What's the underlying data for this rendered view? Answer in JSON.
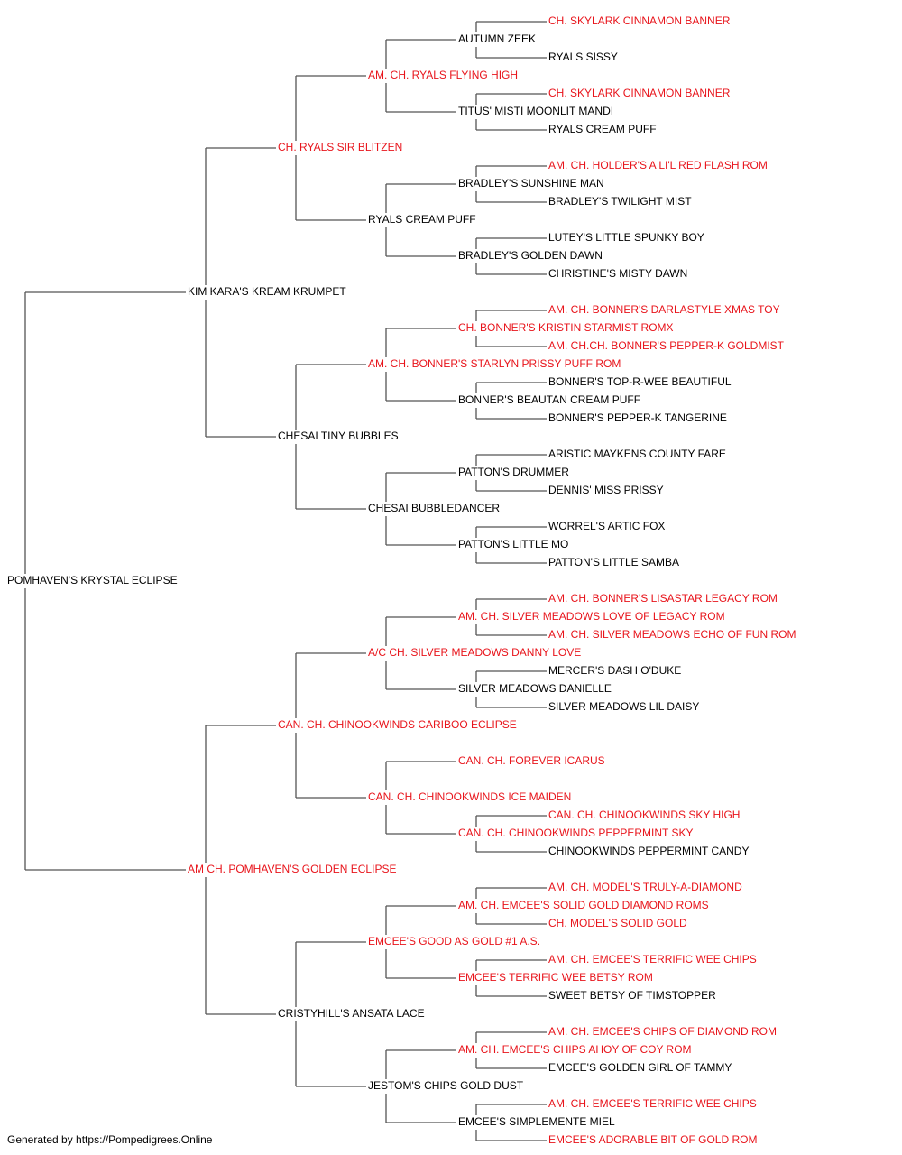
{
  "colors": {
    "champion": "#e8141b",
    "regular": "#000000",
    "line": "#555555"
  },
  "footer": "Generated by https://Pompedigrees.Online",
  "pedigree": {
    "name": "POMHAVEN'S KRYSTAL ECLIPSE",
    "ch": false,
    "sire": {
      "name": "KIM KARA'S KREAM KRUMPET",
      "ch": false,
      "sire": {
        "name": "CH. RYALS SIR BLITZEN",
        "ch": true,
        "sire": {
          "name": "AM. CH. RYALS FLYING HIGH",
          "ch": true,
          "sire": {
            "name": "AUTUMN ZEEK",
            "ch": false,
            "sire": {
              "name": "CH. SKYLARK CINNAMON BANNER",
              "ch": true
            },
            "dam": {
              "name": "RYALS SISSY",
              "ch": false
            }
          },
          "dam": {
            "name": "TITUS' MISTI MOONLIT MANDI",
            "ch": false,
            "sire": {
              "name": "CH. SKYLARK CINNAMON BANNER",
              "ch": true
            },
            "dam": {
              "name": "RYALS CREAM PUFF",
              "ch": false
            }
          }
        },
        "dam": {
          "name": "RYALS CREAM PUFF",
          "ch": false,
          "sire": {
            "name": "BRADLEY'S SUNSHINE MAN",
            "ch": false,
            "sire": {
              "name": "AM. CH. HOLDER'S A LI'L RED FLASH ROM",
              "ch": true
            },
            "dam": {
              "name": "BRADLEY'S TWILIGHT MIST",
              "ch": false
            }
          },
          "dam": {
            "name": "BRADLEY'S GOLDEN DAWN",
            "ch": false,
            "sire": {
              "name": "LUTEY'S LITTLE SPUNKY BOY",
              "ch": false
            },
            "dam": {
              "name": "CHRISTINE'S MISTY DAWN",
              "ch": false
            }
          }
        }
      },
      "dam": {
        "name": "CHESAI TINY BUBBLES",
        "ch": false,
        "sire": {
          "name": "AM. CH. BONNER'S STARLYN PRISSY PUFF ROM",
          "ch": true,
          "sire": {
            "name": "CH. BONNER'S KRISTIN STARMIST ROMX",
            "ch": true,
            "sire": {
              "name": "AM. CH. BONNER'S DARLASTYLE XMAS TOY",
              "ch": true
            },
            "dam": {
              "name": "AM. CH.CH. BONNER'S PEPPER-K GOLDMIST",
              "ch": true
            }
          },
          "dam": {
            "name": "BONNER'S BEAUTAN CREAM PUFF",
            "ch": false,
            "sire": {
              "name": "BONNER'S TOP-R-WEE BEAUTIFUL",
              "ch": false
            },
            "dam": {
              "name": "BONNER'S PEPPER-K TANGERINE",
              "ch": false
            }
          }
        },
        "dam": {
          "name": "CHESAI BUBBLEDANCER",
          "ch": false,
          "sire": {
            "name": "PATTON'S DRUMMER",
            "ch": false,
            "sire": {
              "name": "ARISTIC MAYKENS COUNTY FARE",
              "ch": false
            },
            "dam": {
              "name": "DENNIS' MISS PRISSY",
              "ch": false
            }
          },
          "dam": {
            "name": "PATTON'S LITTLE MO",
            "ch": false,
            "sire": {
              "name": "WORREL'S ARTIC FOX",
              "ch": false
            },
            "dam": {
              "name": "PATTON'S LITTLE SAMBA",
              "ch": false
            }
          }
        }
      }
    },
    "dam": {
      "name": "AM CH. POMHAVEN'S GOLDEN ECLIPSE",
      "ch": true,
      "sire": {
        "name": "CAN. CH. CHINOOKWINDS CARIBOO ECLIPSE",
        "ch": true,
        "sire": {
          "name": "A/C CH. SILVER MEADOWS DANNY LOVE",
          "ch": true,
          "sire": {
            "name": "AM. CH. SILVER MEADOWS LOVE OF LEGACY ROM",
            "ch": true,
            "sire": {
              "name": "AM. CH. BONNER'S LISASTAR LEGACY ROM",
              "ch": true
            },
            "dam": {
              "name": "AM. CH. SILVER MEADOWS ECHO OF FUN ROM",
              "ch": true
            }
          },
          "dam": {
            "name": "SILVER MEADOWS DANIELLE",
            "ch": false,
            "sire": {
              "name": "MERCER'S DASH O'DUKE",
              "ch": false
            },
            "dam": {
              "name": "SILVER MEADOWS LIL DAISY",
              "ch": false
            }
          }
        },
        "dam": {
          "name": "CAN. CH. CHINOOKWINDS ICE MAIDEN",
          "ch": true,
          "sire": {
            "name": "CAN. CH. FOREVER ICARUS",
            "ch": true
          },
          "dam": {
            "name": "CAN. CH. CHINOOKWINDS PEPPERMINT SKY",
            "ch": true,
            "sire": {
              "name": "CAN. CH. CHINOOKWINDS SKY HIGH",
              "ch": true
            },
            "dam": {
              "name": "CHINOOKWINDS PEPPERMINT CANDY",
              "ch": false
            }
          }
        }
      },
      "dam": {
        "name": "CRISTYHILL'S ANSATA LACE",
        "ch": false,
        "sire": {
          "name": "EMCEE'S GOOD AS GOLD #1 A.S.",
          "ch": true,
          "sire": {
            "name": "AM. CH. EMCEE'S SOLID GOLD DIAMOND ROMS",
            "ch": true,
            "sire": {
              "name": "AM. CH. MODEL'S TRULY-A-DIAMOND",
              "ch": true
            },
            "dam": {
              "name": "CH. MODEL'S SOLID GOLD",
              "ch": true
            }
          },
          "dam": {
            "name": "EMCEE'S TERRIFIC WEE BETSY ROM",
            "ch": true,
            "sire": {
              "name": "AM. CH. EMCEE'S TERRIFIC WEE CHIPS",
              "ch": true
            },
            "dam": {
              "name": "SWEET BETSY OF TIMSTOPPER",
              "ch": false
            }
          }
        },
        "dam": {
          "name": "JESTOM'S CHIPS GOLD DUST",
          "ch": false,
          "sire": {
            "name": "AM. CH. EMCEE'S CHIPS AHOY OF COY ROM",
            "ch": true,
            "sire": {
              "name": "AM. CH. EMCEE'S CHIPS OF DIAMOND ROM",
              "ch": true
            },
            "dam": {
              "name": "EMCEE'S GOLDEN GIRL OF TAMMY",
              "ch": false
            }
          },
          "dam": {
            "name": "EMCEE'S SIMPLEMENTE MIEL",
            "ch": false,
            "sire": {
              "name": "AM. CH. EMCEE'S TERRIFIC WEE CHIPS",
              "ch": true
            },
            "dam": {
              "name": "EMCEE'S ADORABLE BIT OF GOLD ROM",
              "ch": true
            }
          }
        }
      }
    }
  }
}
